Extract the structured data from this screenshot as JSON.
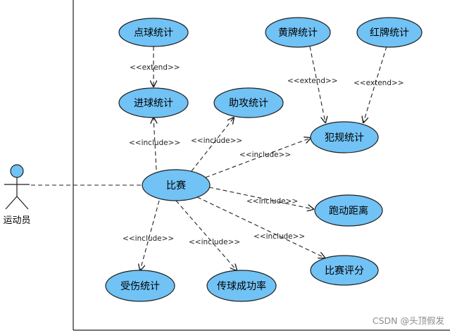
{
  "colors": {
    "use_case_fill": "#71c2f5",
    "stroke": "#1f1f1f",
    "watermark": "#8c8c8c"
  },
  "actor": {
    "label": "运动员"
  },
  "use_cases": {
    "dianqiu": "点球统计",
    "jinqiu": "进球统计",
    "zhugong": "助攻统计",
    "huangpai": "黄牌统计",
    "hongpai": "红牌统计",
    "fangui": "犯规统计",
    "bisai": "比赛",
    "paodong": "跑动距离",
    "pingfen": "比赛评分",
    "shoushang": "受伤统计",
    "chuanqiu": "传球成功率"
  },
  "relations": {
    "extend": "<<extend>>",
    "include": "<<include>>"
  },
  "watermark": "CSDN @头顶假发"
}
